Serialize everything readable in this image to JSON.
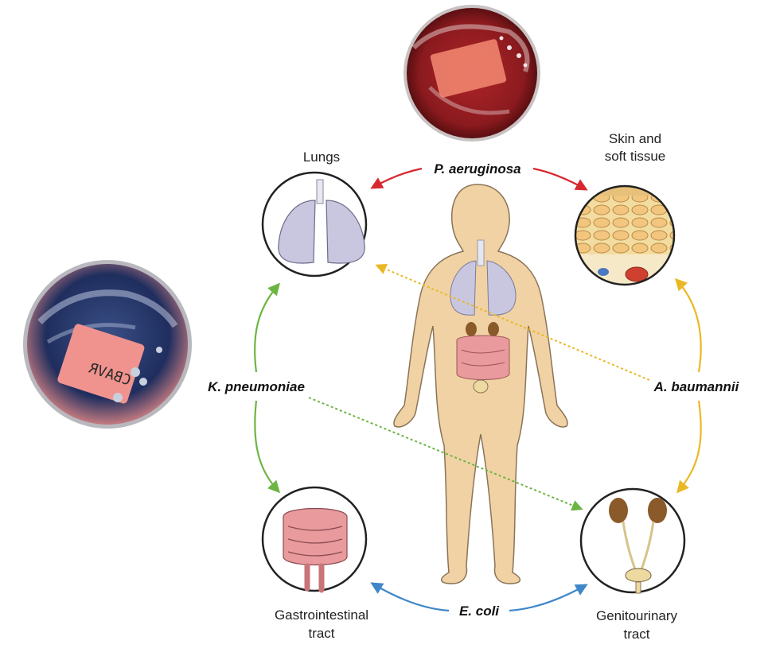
{
  "sites": {
    "lungs": "Lungs",
    "skin_line1": "Skin and",
    "skin_line2": "soft tissue",
    "gi_line1": "Gastrointestinal",
    "gi_line2": "tract",
    "gu_line1": "Genitourinary",
    "gu_line2": "tract"
  },
  "pathogens": {
    "p_aeruginosa": "P. aeruginosa",
    "a_baumannii": "A. baumannii",
    "k_pneumoniae": "K. pneumoniae",
    "e_coli": "E. coli"
  },
  "plates": {
    "blue_plate_label": "CBAVR"
  },
  "colors": {
    "p_aeruginosa": "#d8282f",
    "a_baumannii": "#eab825",
    "k_pneumoniae": "#6db543",
    "e_coli": "#3f87c9",
    "body": "#f0d2a4",
    "body_outline": "#8a7458",
    "lung": "#c9c7e0",
    "intestine": "#e89a9c",
    "kidney": "#8a5a2a"
  }
}
